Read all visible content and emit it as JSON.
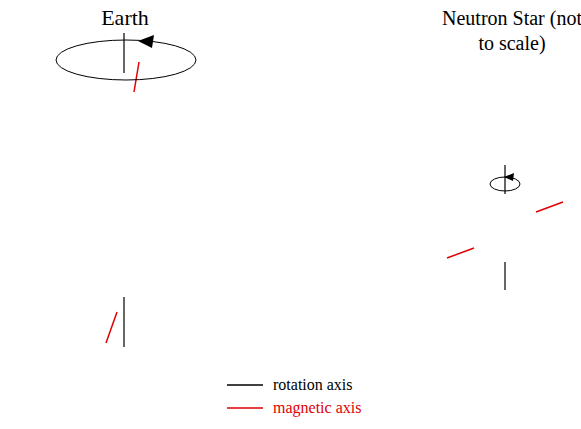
{
  "diagram": {
    "nodes": [
      {
        "text": [
          "Earth"
        ]
      },
      {
        "text": [
          "Neutron Star (not to scale)"
        ]
      }
    ],
    "legend": [
      {
        "text": "rotation axis"
      },
      {
        "text": "magnetic axis"
      }
    ]
  }
}
